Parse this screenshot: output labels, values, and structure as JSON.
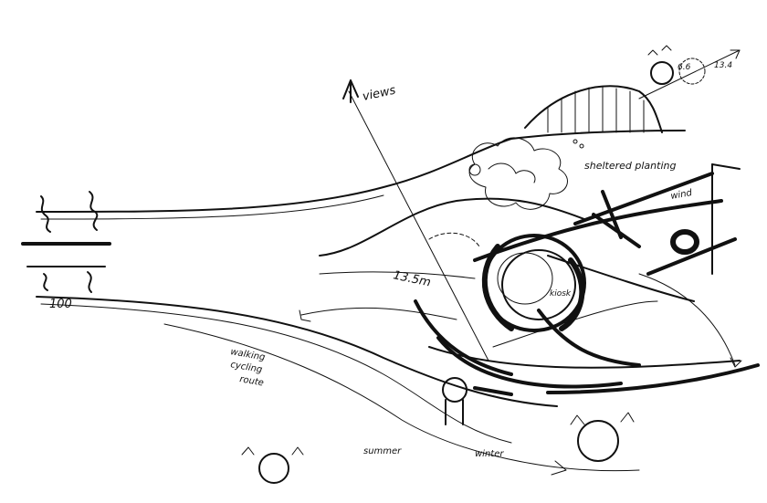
{
  "labels": {
    "views": "views",
    "dimension_main": "13.5m",
    "dimension_sun_a": "6.6",
    "dimension_sun_b": "13.4",
    "kiosk": "kiosk",
    "speed_marker": "100",
    "path_note_1": "walking",
    "path_note_2": "cycling",
    "path_note_3": "route",
    "sheltered_planting": "sheltered planting",
    "summer": "summer",
    "winter": "winter",
    "wind": "wind"
  }
}
